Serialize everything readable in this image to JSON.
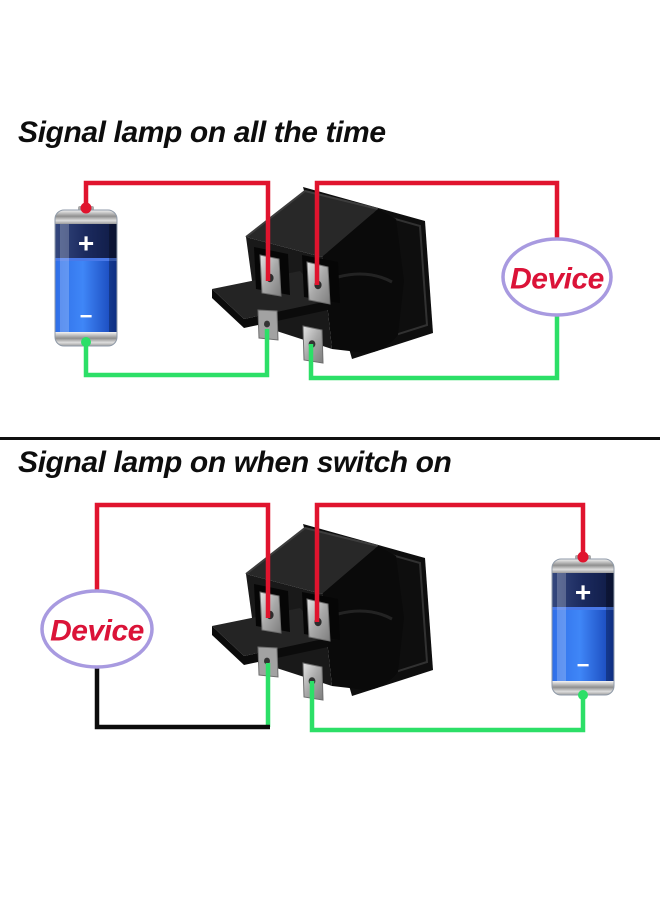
{
  "sections": [
    {
      "title": "Signal lamp on all the time",
      "device_label": "Device",
      "battery": {
        "plus": "+",
        "minus": "−"
      }
    },
    {
      "title": "Signal lamp on when switch on",
      "device_label": "Device",
      "battery": {
        "plus": "+",
        "minus": "−"
      }
    }
  ],
  "colors": {
    "wire_red": "#e0142e",
    "wire_green": "#2cdf67",
    "wire_black": "#0b0b0b",
    "device_border": "#a89ae0",
    "device_text": "#db1338",
    "divider": "#101010"
  }
}
